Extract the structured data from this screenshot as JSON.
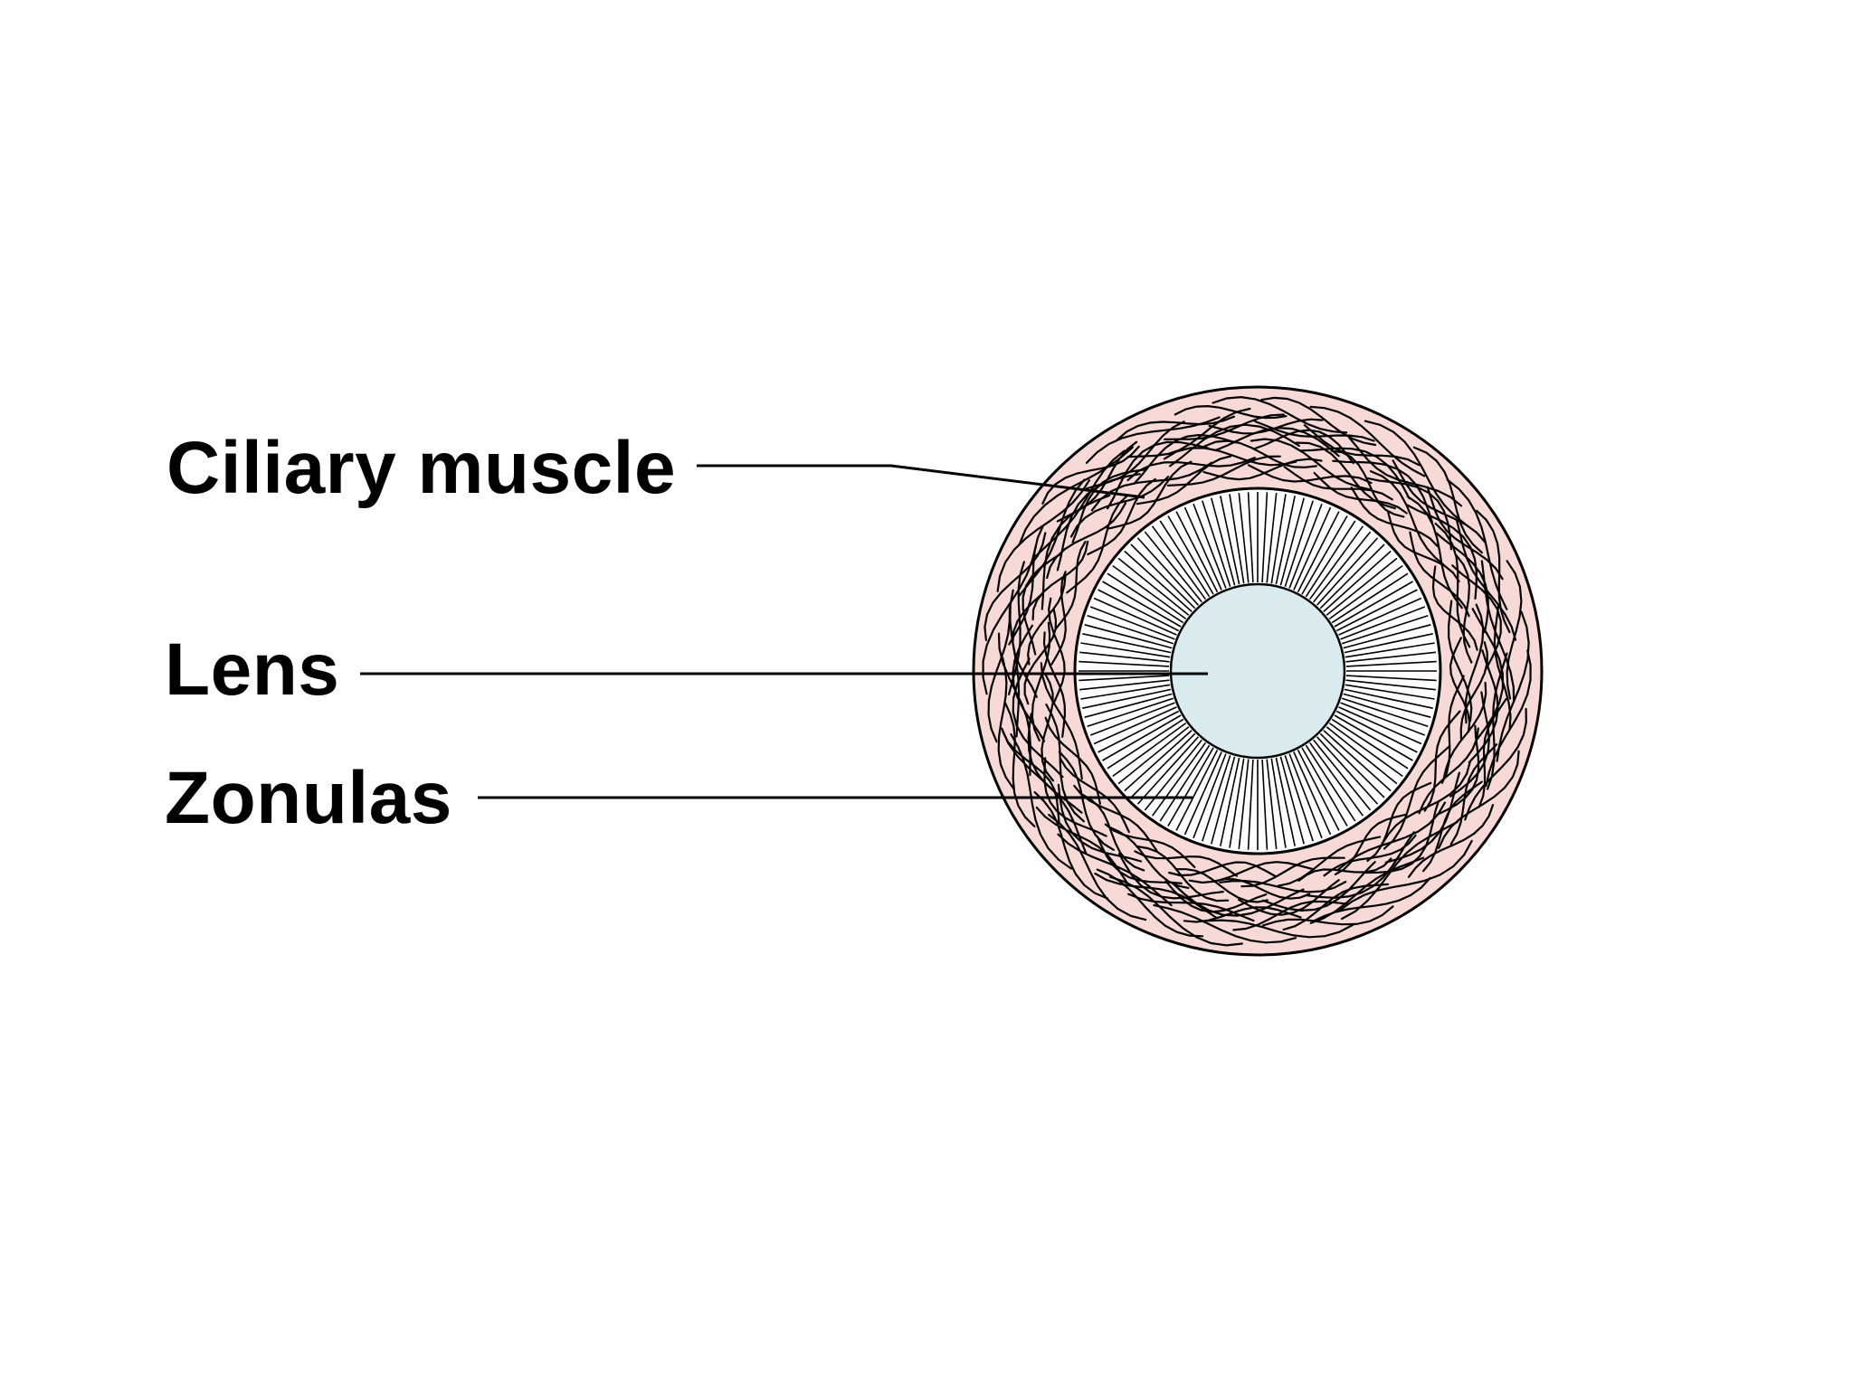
{
  "diagram": {
    "labels": {
      "ciliary_muscle": "Ciliary muscle",
      "lens": "Lens",
      "zonulas": "Zonulas"
    },
    "structures": {
      "ciliary_muscle": {
        "fill": "#f7d9d6",
        "stroke": "#000000",
        "icon": "muscle-fiber-ring"
      },
      "zonulas": {
        "fill": "#ffffff",
        "stroke": "#000000",
        "icon": "radial-fibers"
      },
      "lens": {
        "fill": "#d9ebee",
        "stroke": "#000000",
        "icon": "lens-disc"
      }
    },
    "leader_line_color": "#000000"
  }
}
